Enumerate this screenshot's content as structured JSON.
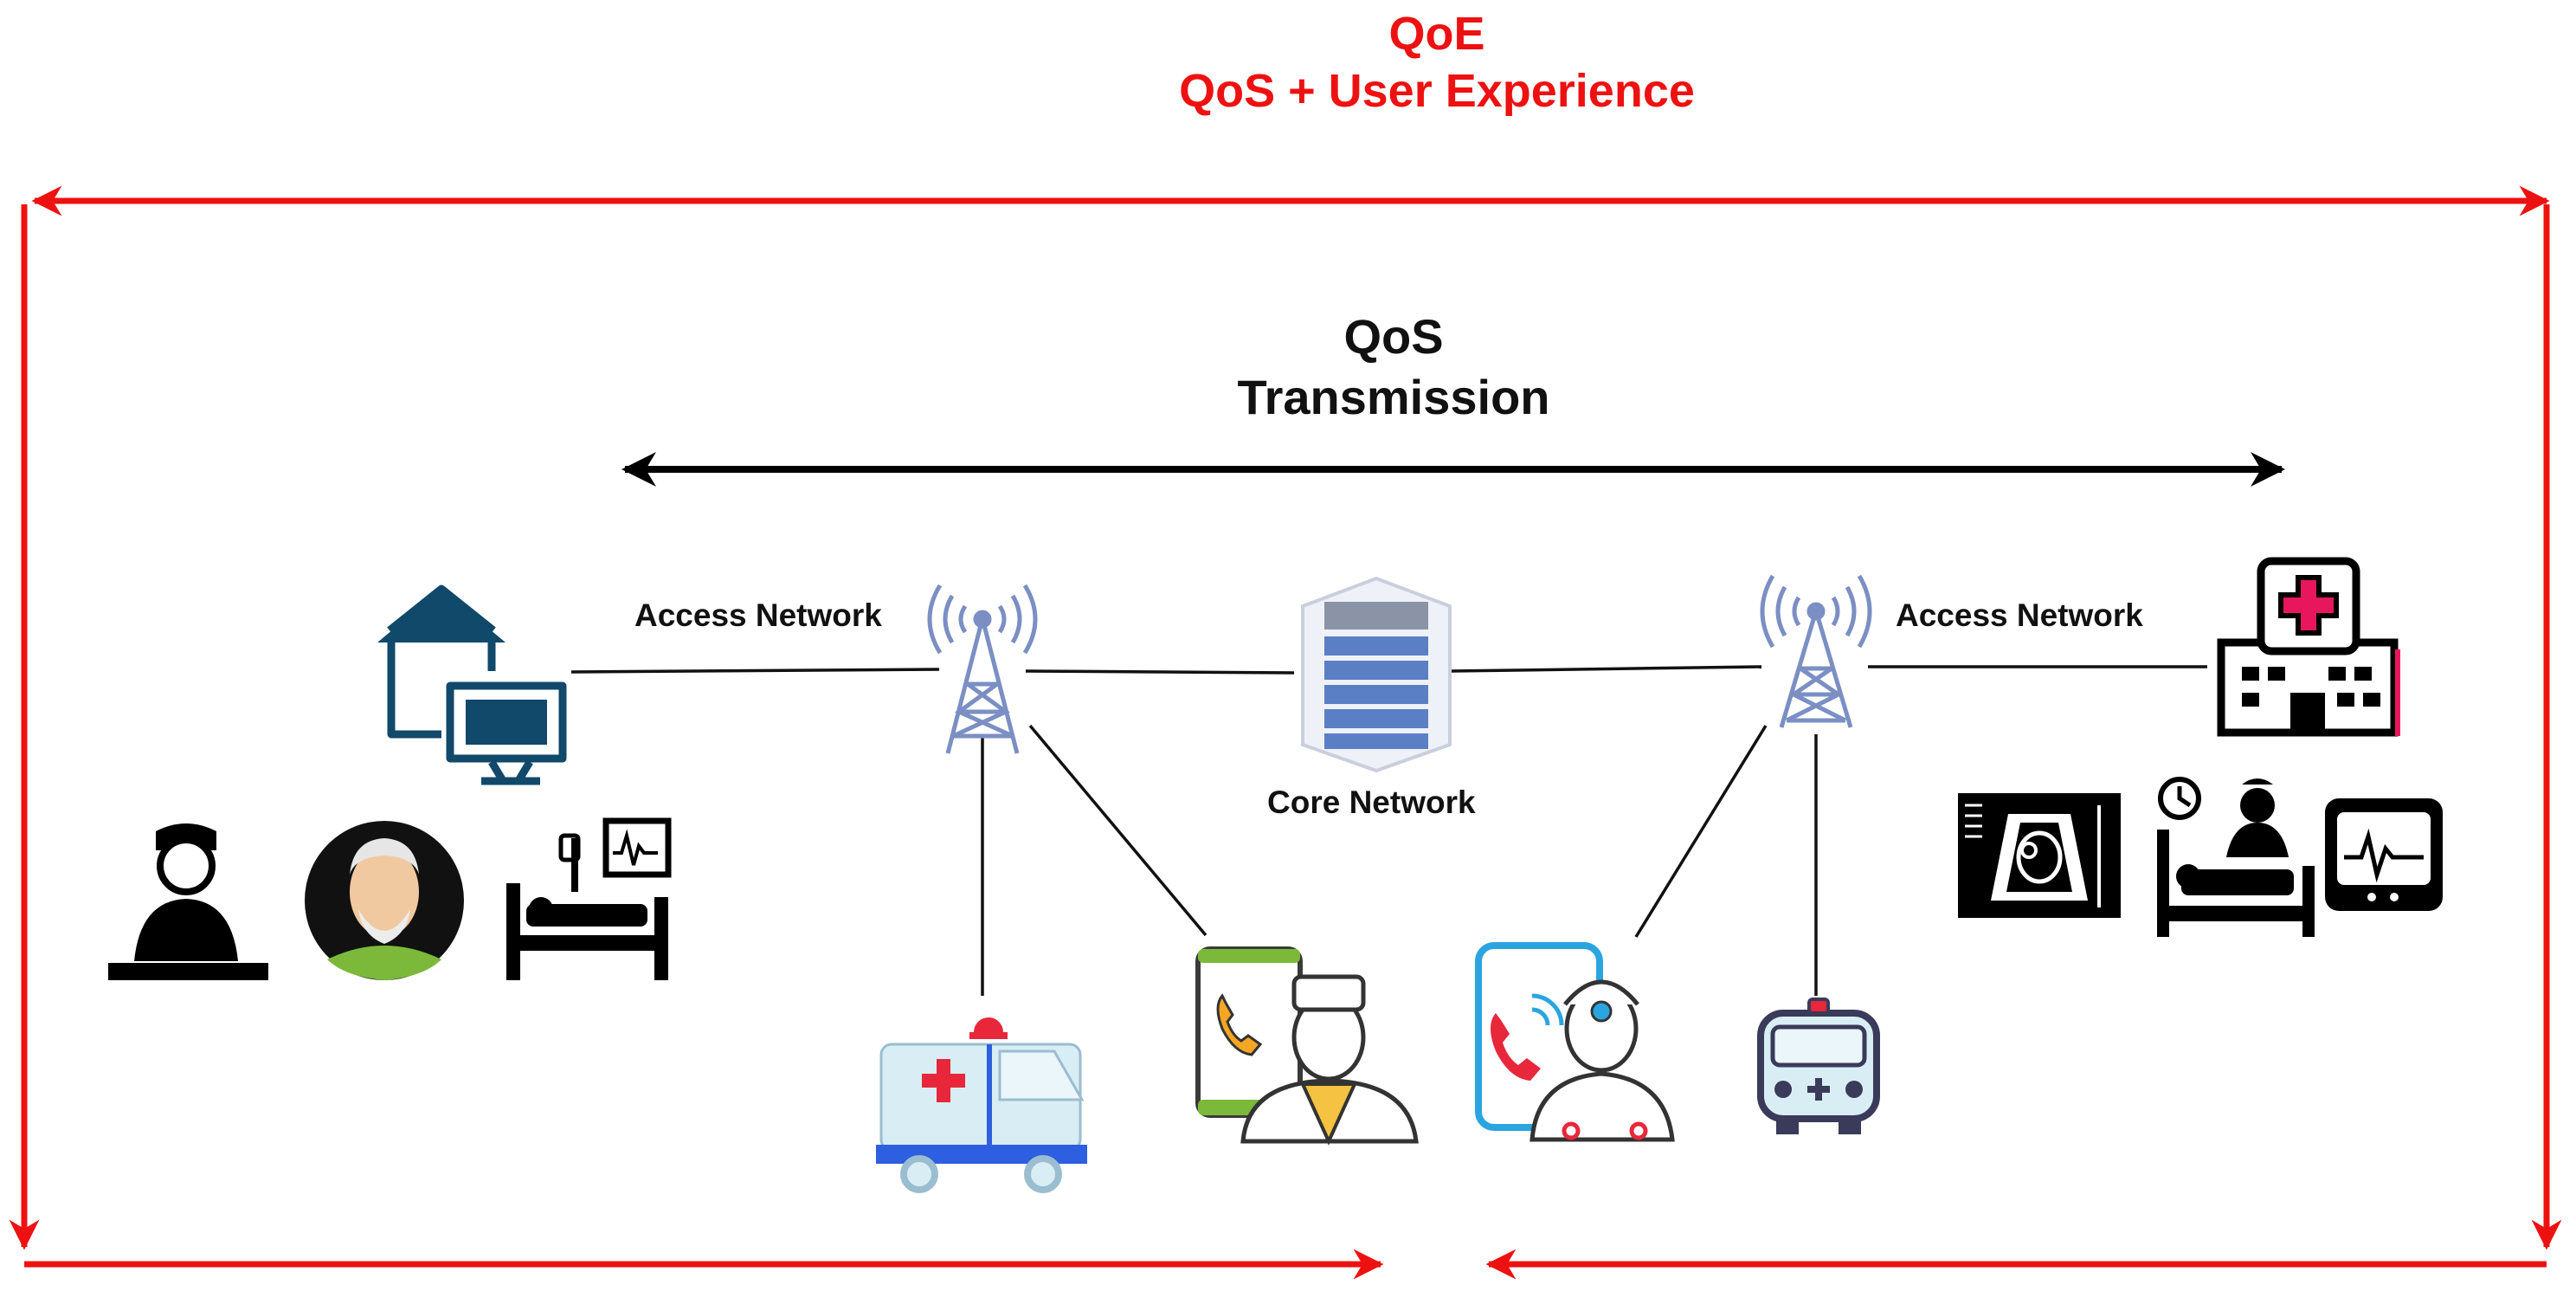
{
  "qoe": {
    "title": "QoE",
    "subtitle": "QoS + User Experience"
  },
  "qos": {
    "title": "QoS",
    "subtitle": "Transmission"
  },
  "labels": {
    "access_left": "Access Network",
    "access_right": "Access Network",
    "core": "Core Network"
  },
  "colors": {
    "qoe_arrow": "#ee1111",
    "qos_arrow": "#000000",
    "house": "#10496a",
    "tower": "#7b8fc4",
    "hospital_accent": "#e8175d"
  },
  "icons": [
    "home-computer-icon",
    "nurse-icon",
    "elderly-patient-icon",
    "hospital-bed-monitor-icon",
    "cell-tower-icon",
    "ambulance-icon",
    "phone-doctor-icon",
    "server-rack-icon",
    "phone-call-doctor-icon",
    "ambulance-front-icon",
    "hospital-building-icon",
    "ultrasound-icon",
    "patient-care-icon",
    "heart-monitor-icon"
  ]
}
